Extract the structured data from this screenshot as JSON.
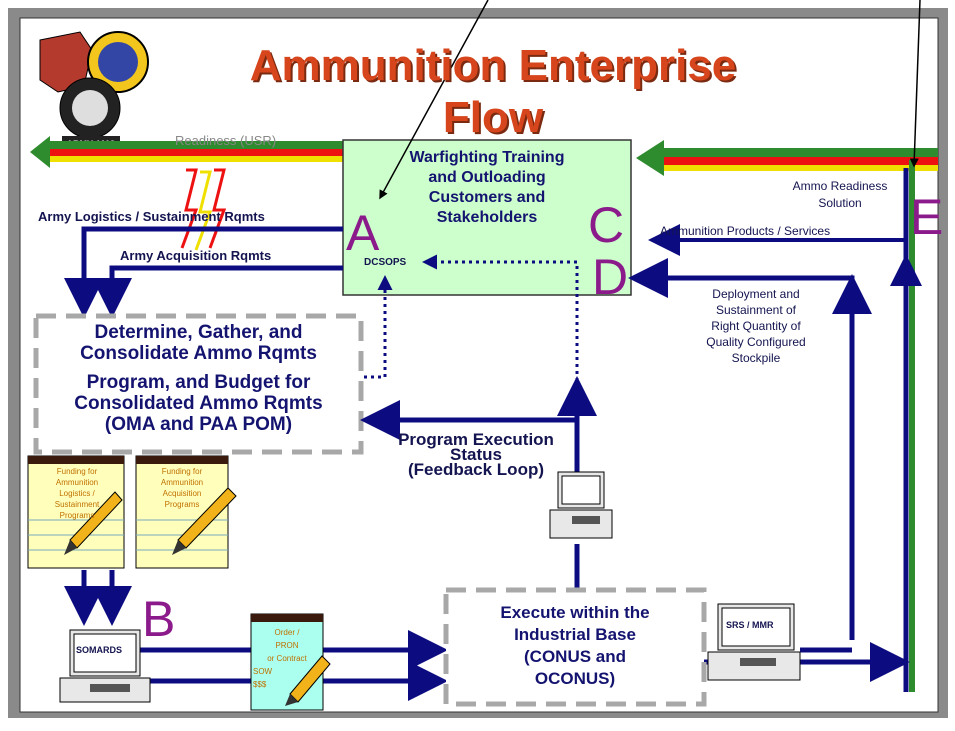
{
  "title": {
    "line1": "Ammunition Enterprise",
    "line2": "Flow"
  },
  "readiness_label": "Readiness (USR)",
  "customer_box": {
    "lines": [
      "Warfighting Training",
      "and Outloading",
      "Customers and",
      "Stakeholders"
    ]
  },
  "dcsops": "DCSOPS",
  "left_labels": {
    "logistics": "Army Logistics / Sustainment Rqmts",
    "acquisition": "Army Acquisition Rqmts"
  },
  "determine_box": {
    "line1": "Determine, Gather, and",
    "line2": "Consolidate Ammo Rqmts",
    "line3": "Program, and Budget for",
    "line4": "Consolidated Ammo Rqmts",
    "line5": "(OMA and PAA POM)"
  },
  "right_labels": {
    "ammo_readiness": "Ammo Readiness",
    "solution": "Solution",
    "products": "Ammunition Products / Services",
    "deploy": [
      "Deployment and",
      "Sustainment of",
      "Right Quantity of",
      "Quality Configured",
      "Stockpile"
    ]
  },
  "feedback": {
    "line1": "Program Execution",
    "line2": "Status",
    "line3": "(Feedback Loop)"
  },
  "funding1": [
    "Funding for",
    "Ammunition",
    "Logistics /",
    "Sustainment",
    "Programs"
  ],
  "funding2": [
    "Funding for",
    "Ammunition",
    "Acquisition",
    "Programs"
  ],
  "somards": "SOMARDS",
  "order_doc": [
    "Order /",
    "PRON",
    "or Contract",
    "SOW",
    "$$$"
  ],
  "execute_box": {
    "lines": [
      "Execute within the",
      "Industrial Base",
      "(CONUS and",
      "OCONUS)"
    ]
  },
  "srs": "SRS / MMR",
  "markers": {
    "a": "A",
    "b": "B",
    "c": "C",
    "d": "D",
    "e": "E"
  },
  "logo_text": "ARMY AMC",
  "colors": {
    "arrow": "#0c0c80",
    "box_fill": "#ccffcc",
    "title": "#d6451c",
    "marker": "#8b1a8b",
    "band_green": "#2e8b2e",
    "band_red": "#ee1111",
    "band_yellow": "#f0e000"
  }
}
